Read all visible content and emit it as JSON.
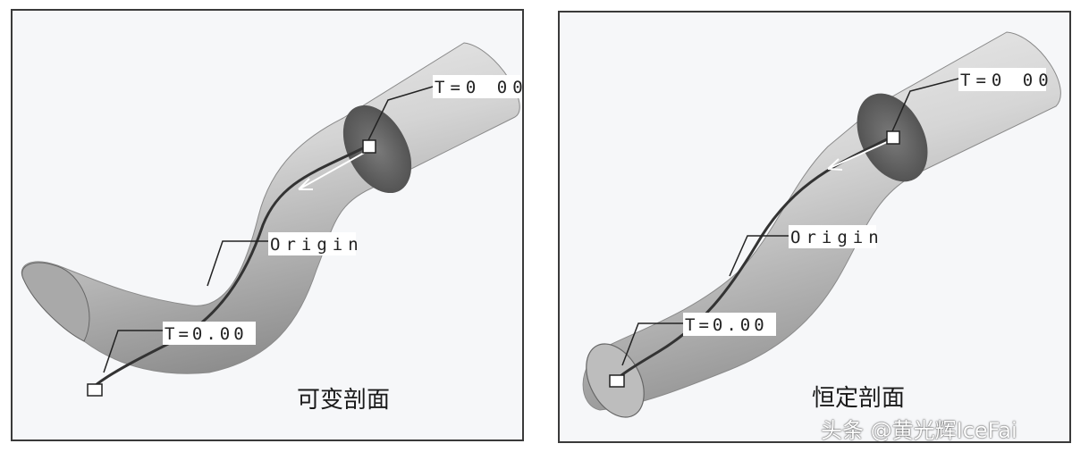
{
  "panels": [
    {
      "caption": "可变剖面",
      "start_label": "T=0 00",
      "origin_label": "Origin",
      "end_label": "T=0.00"
    },
    {
      "caption": "恒定剖面",
      "start_label": "T=0 00",
      "origin_label": "Origin",
      "end_label": "T=0.00"
    }
  ],
  "watermark": "头条 @黄光辉IceFai"
}
